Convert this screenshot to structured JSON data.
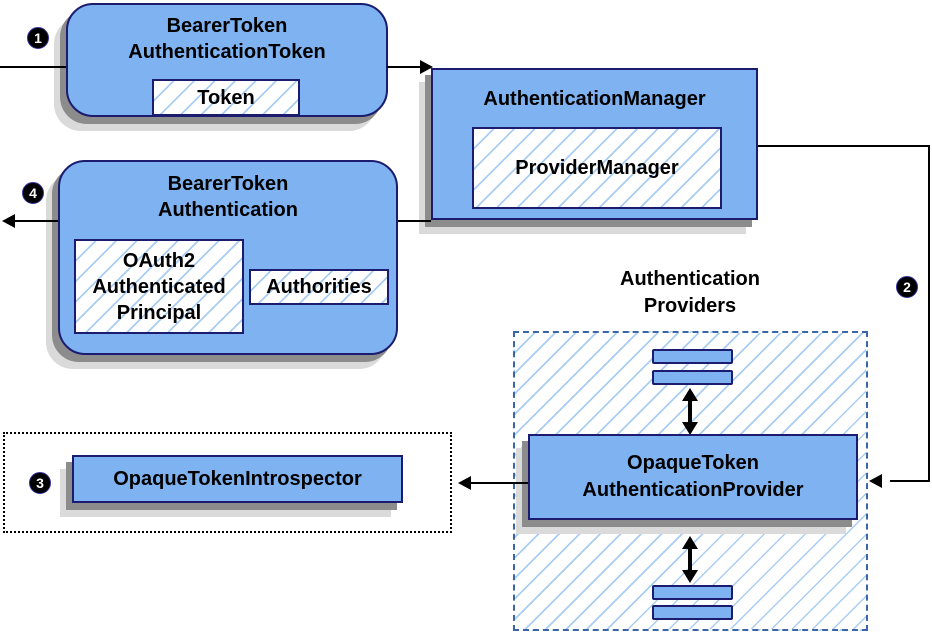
{
  "nodes": {
    "bearer_token_authentication_token": {
      "title": "BearerToken\nAuthenticationToken",
      "token_label": "Token"
    },
    "authentication_manager": {
      "title": "AuthenticationManager",
      "provider_manager_label": "ProviderManager"
    },
    "bearer_token_authentication": {
      "title": "BearerToken\nAuthentication",
      "principal_label": "OAuth2\nAuthenticated\nPrincipal",
      "authorities_label": "Authorities"
    },
    "opaque_token_authentication_provider": {
      "title": "OpaqueToken\nAuthenticationProvider"
    },
    "opaque_token_introspector": {
      "title": "OpaqueTokenIntrospector"
    }
  },
  "labels": {
    "authentication_providers": "Authentication\nProviders"
  },
  "steps": {
    "step1": "1",
    "step2": "2",
    "step3": "3",
    "step4": "4"
  },
  "colors": {
    "node_fill": "#7EB2F0",
    "node_border": "#1B1B6F",
    "hatch_line": "#A9CDF3",
    "dashed_container_border": "#3A66A8",
    "dotted_container_border": "#000000",
    "shadow_dark": "#8C8C8C",
    "shadow_light": "#DADADA",
    "arrow": "#000000",
    "step_badge_bg": "#000000",
    "step_badge_text": "#FFFFFF"
  }
}
